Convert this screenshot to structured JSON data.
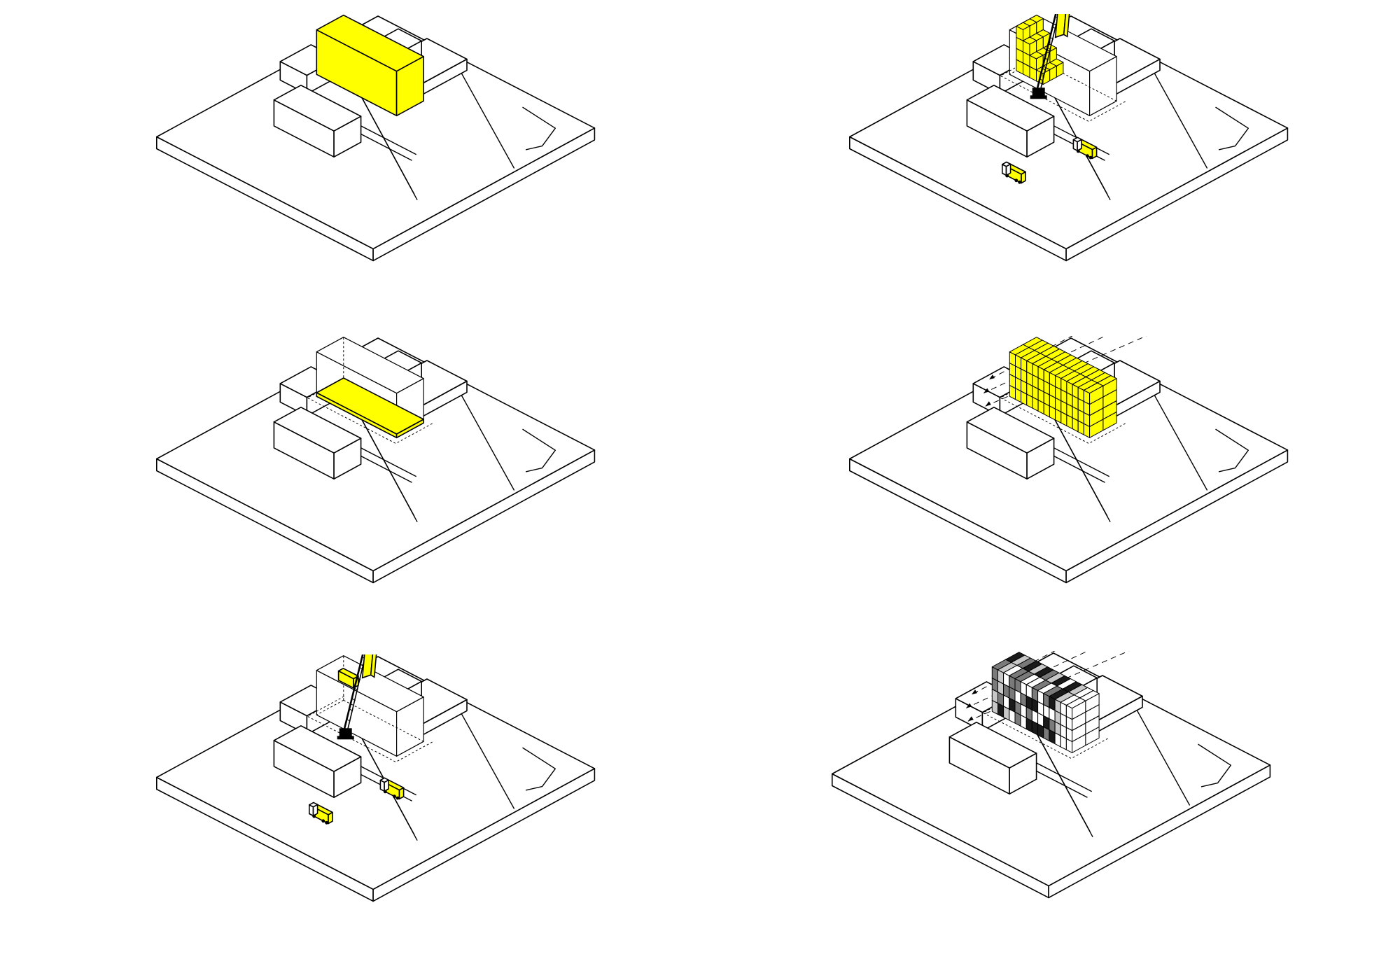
{
  "diagram": {
    "background": "#ffffff",
    "colors": {
      "highlight": "#ffff00",
      "line": "#000000",
      "surface": "#ffffff",
      "pixel_dark": "#1a1a1a",
      "pixel_mid": "#7a7a7a",
      "pixel_light": "#c8c8c8"
    },
    "panels": [
      {
        "id": "panel-1",
        "step": 1,
        "highlight": "full-volume",
        "crane": false,
        "trucks": false,
        "modules": "none",
        "projection_lines": false
      },
      {
        "id": "panel-2",
        "step": 2,
        "highlight": "stacked-modules",
        "crane": true,
        "trucks": true,
        "modules": "stack",
        "projection_lines": false
      },
      {
        "id": "panel-3",
        "step": 3,
        "highlight": "ground-slab",
        "crane": false,
        "trucks": false,
        "modules": "none",
        "projection_lines": false
      },
      {
        "id": "panel-4",
        "step": 4,
        "highlight": "module-grid",
        "crane": false,
        "trucks": false,
        "modules": "grid",
        "projection_lines": true
      },
      {
        "id": "panel-5",
        "step": 5,
        "highlight": "single-modules",
        "crane": true,
        "trucks": true,
        "modules": "single",
        "projection_lines": false
      },
      {
        "id": "panel-6",
        "step": 6,
        "highlight": "pixel-facade",
        "crane": false,
        "trucks": false,
        "modules": "pixel",
        "projection_lines": true
      }
    ]
  }
}
